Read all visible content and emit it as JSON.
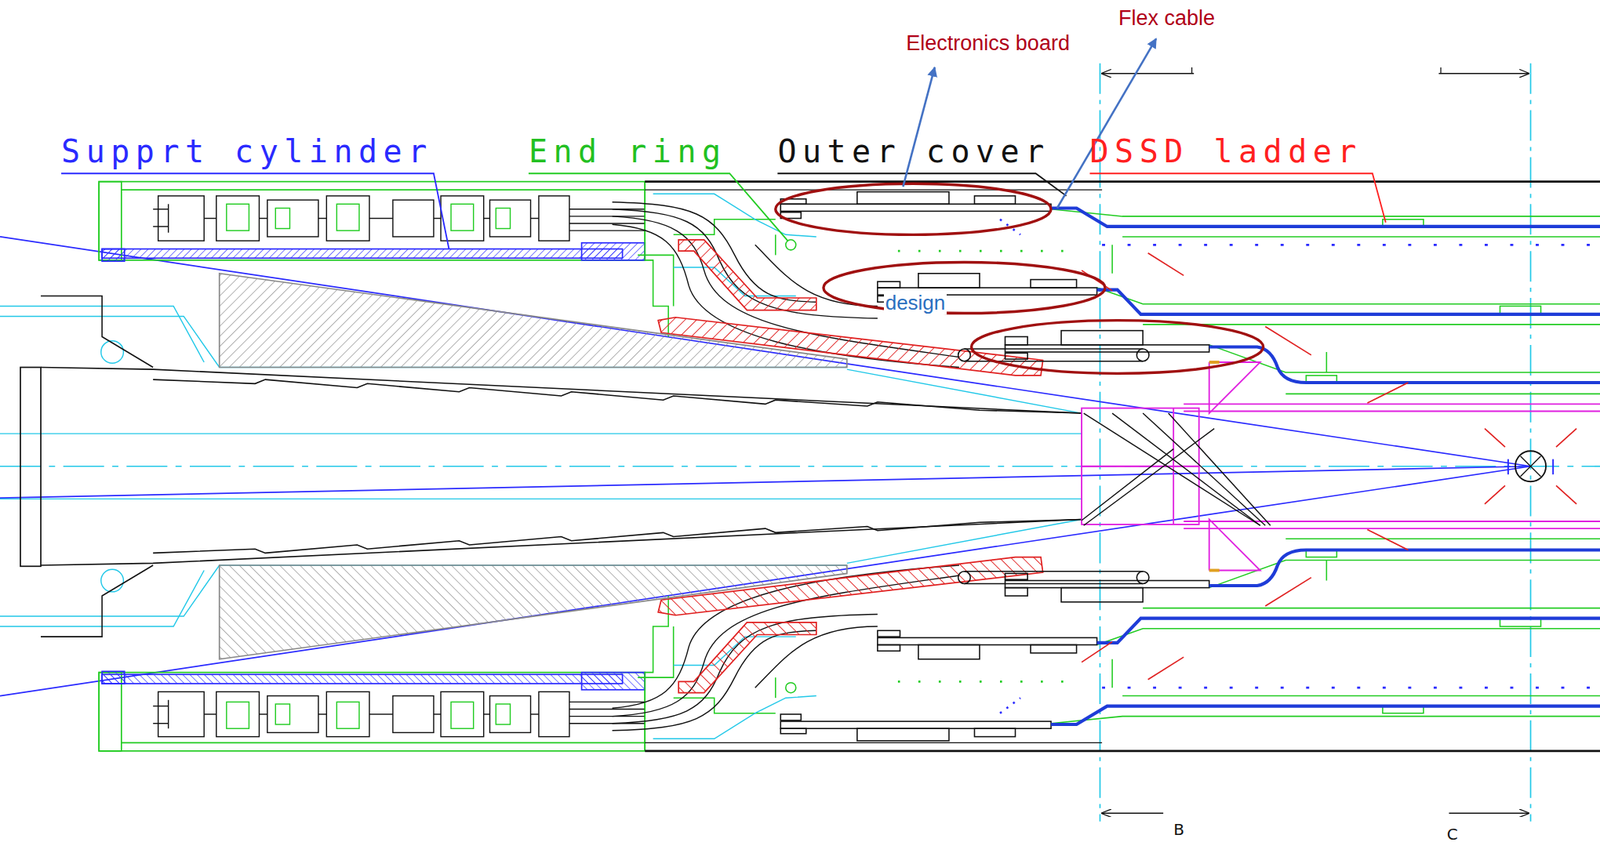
{
  "diagram": {
    "labels": [
      "Supprt cylinder",
      "End ring",
      "Outer cover",
      "DSSD ladder",
      "Electronics board",
      "Flex cable",
      "design",
      "B",
      "C"
    ]
  }
}
